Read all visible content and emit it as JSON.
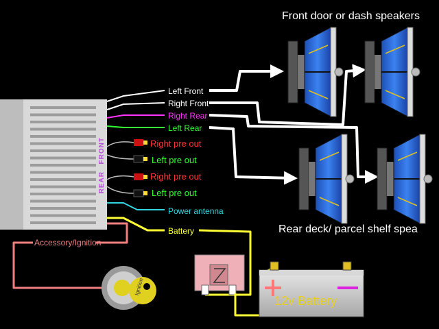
{
  "headings": {
    "front": "Front door or dash speakers",
    "rear": "Rear deck/ parcel shelf  spea"
  },
  "head_unit": {
    "front_tag": "FRONT",
    "rear_tag": "REAR"
  },
  "wires": [
    {
      "id": "left-front",
      "label": "Left Front",
      "color": "#ffffff"
    },
    {
      "id": "right-front",
      "label": "Right Front",
      "color": "#ffffff"
    },
    {
      "id": "right-rear",
      "label": "Right Rear",
      "color": "#ff33ff"
    },
    {
      "id": "left-rear",
      "label": "Left Rear",
      "color": "#33ff33"
    },
    {
      "id": "power-antenna",
      "label": "Power antenna",
      "color": "#33d6e0"
    },
    {
      "id": "battery",
      "label": "Battery",
      "color": "#ffff33"
    },
    {
      "id": "accessory",
      "label": "Accessory/Ignition",
      "color": "#f08080"
    }
  ],
  "pre_outs": [
    {
      "label": "Right pre out",
      "color": "#ff3333"
    },
    {
      "label": "Left pre out",
      "color": "#33ff33"
    },
    {
      "label": "Right pre out",
      "color": "#ff3333"
    },
    {
      "label": "Left pre out",
      "color": "#33ff33"
    }
  ],
  "ignition_key_text": "Ignition",
  "battery": {
    "label": "12v Battery",
    "plus": "+",
    "minus": "−"
  },
  "colors": {
    "speaker_cone": "#2f6fe8",
    "battery_body": "#c8c8c8",
    "head_unit": "#d0d0d0",
    "key_yellow": "#e0d020",
    "fuse": "#f0b0b8"
  }
}
